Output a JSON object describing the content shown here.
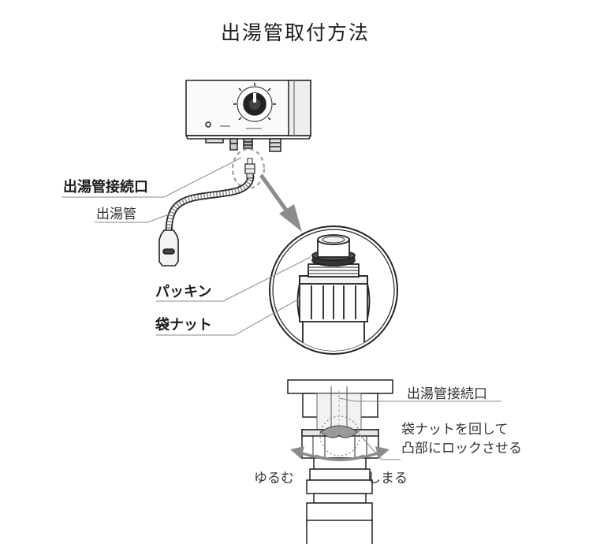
{
  "title": "出湯管取付方法",
  "labels": {
    "outlet_connection_top": "出湯管接続口",
    "outlet_pipe": "出湯管",
    "packing": "パッキン",
    "bag_nut": "袋ナット",
    "outlet_connection_bottom": "出湯管接続口",
    "instruction_line1": "袋ナットを回して",
    "instruction_line2": "凸部にロックさせる",
    "loosen": "ゆるむ",
    "tighten": "しまる"
  },
  "colors": {
    "outline": "#222222",
    "leader": "#888888",
    "arrow": "#8c8c8c",
    "fill_light": "#f2f2f2",
    "fill_mid": "#d9d9d9"
  }
}
